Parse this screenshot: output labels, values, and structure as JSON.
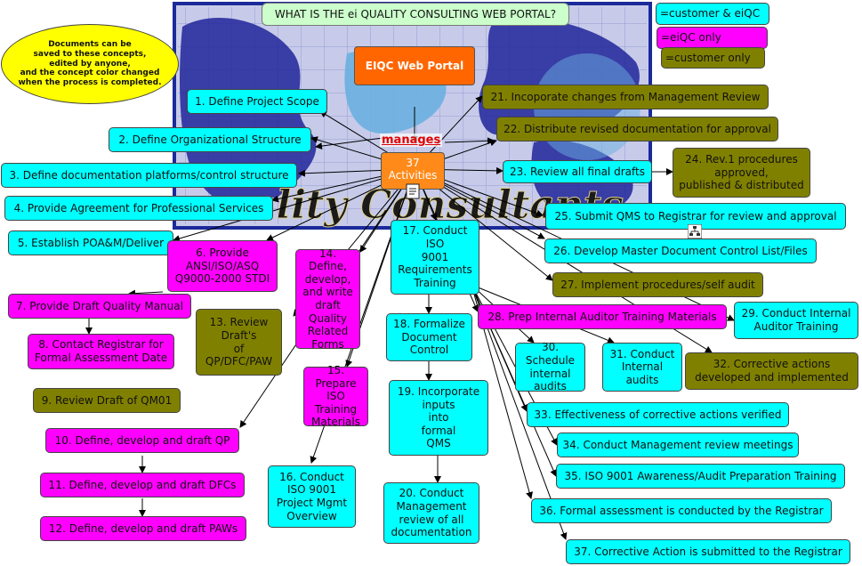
{
  "title": "WHAT IS THE ei QUALITY CONSULTING WEB PORTAL?",
  "note": "Documents can be\nsaved to these concepts,\nedited by anyone,\nand the concept color changed\nwhen the process is completed.",
  "legend": [
    {
      "label": "=customer & eiQC",
      "color": "#00ffff"
    },
    {
      "label": "=eiQC only",
      "color": "#ff00ff"
    },
    {
      "label": "=customer only",
      "color": "#808000"
    }
  ],
  "colors": {
    "cyan": "#00ffff",
    "magenta": "#ff00ff",
    "olive": "#808000",
    "orange": "#ff6600",
    "hub": "#ff8a1a"
  },
  "hub": {
    "portal": "EIQC Web Portal",
    "manages": "manages",
    "activities": "37\nActivities"
  },
  "icons": {
    "document": "document-icon",
    "org": "org-chart-icon"
  },
  "steps": [
    {
      "id": 1,
      "label": "1. Define Project Scope",
      "color": "cyan"
    },
    {
      "id": 2,
      "label": "2. Define Organizational Structure",
      "color": "cyan"
    },
    {
      "id": 3,
      "label": "3. Define documentation platforms/control structure",
      "color": "cyan"
    },
    {
      "id": 4,
      "label": "4. Provide Agreement for Professional Services",
      "color": "cyan"
    },
    {
      "id": 5,
      "label": "5. Establish POA&M/Deliver",
      "color": "cyan"
    },
    {
      "id": 6,
      "label": "6. Provide\nANSI/ISO/ASQ\nQ9000-2000 STDI",
      "color": "magenta"
    },
    {
      "id": 7,
      "label": "7. Provide Draft Quality Manual",
      "color": "magenta"
    },
    {
      "id": 8,
      "label": "8. Contact Registrar for\nFormal Assessment Date",
      "color": "magenta"
    },
    {
      "id": 9,
      "label": "9. Review Draft of QM01",
      "color": "olive"
    },
    {
      "id": 10,
      "label": "10. Define, develop and draft QP",
      "color": "magenta"
    },
    {
      "id": 11,
      "label": "11. Define, develop and draft DFCs",
      "color": "magenta"
    },
    {
      "id": 12,
      "label": "12. Define, develop and draft PAWs",
      "color": "magenta"
    },
    {
      "id": 13,
      "label": "13. Review\nDraft's\nof\nQP/DFC/PAW",
      "color": "olive"
    },
    {
      "id": 14,
      "label": "14. Define,\ndevelop,\nand write\ndraft\nQuality\nRelated\nForms",
      "color": "magenta"
    },
    {
      "id": 15,
      "label": "15. Prepare\nISO\nTraining\nMaterials",
      "color": "magenta"
    },
    {
      "id": 16,
      "label": "16. Conduct\nISO 9001\nProject Mgmt\nOverview",
      "color": "cyan"
    },
    {
      "id": 17,
      "label": "17. Conduct\nISO\n9001\nRequirements\nTraining",
      "color": "cyan"
    },
    {
      "id": 18,
      "label": "18. Formalize\nDocument\nControl",
      "color": "cyan"
    },
    {
      "id": 19,
      "label": "19. Incorporate\ninputs\ninto\nformal\nQMS",
      "color": "cyan"
    },
    {
      "id": 20,
      "label": "20. Conduct\nManagement\nreview of all\ndocumentation",
      "color": "cyan"
    },
    {
      "id": 21,
      "label": "21. Incoporate changes from Management Review",
      "color": "olive"
    },
    {
      "id": 22,
      "label": "22. Distribute revised documentation for approval",
      "color": "olive"
    },
    {
      "id": 23,
      "label": "23. Review all final drafts",
      "color": "cyan"
    },
    {
      "id": 24,
      "label": "24. Rev.1 procedures\napproved,\npublished & distributed",
      "color": "olive"
    },
    {
      "id": 25,
      "label": "25. Submit QMS to Registrar for review and approval",
      "color": "cyan"
    },
    {
      "id": 26,
      "label": "26. Develop Master Document Control List/Files",
      "color": "cyan"
    },
    {
      "id": 27,
      "label": "27. Implement procedures/self audit",
      "color": "olive"
    },
    {
      "id": 28,
      "label": "28. Prep Internal Auditor Training Materials",
      "color": "magenta"
    },
    {
      "id": 29,
      "label": "29. Conduct Internal\nAuditor Training",
      "color": "cyan"
    },
    {
      "id": 30,
      "label": "30. Schedule\ninternal\naudits",
      "color": "cyan"
    },
    {
      "id": 31,
      "label": "31. Conduct\nInternal\naudits",
      "color": "cyan"
    },
    {
      "id": 32,
      "label": "32. Corrective actions\ndeveloped and implemented",
      "color": "olive"
    },
    {
      "id": 33,
      "label": "33. Effectiveness of corrective actions verified",
      "color": "cyan"
    },
    {
      "id": 34,
      "label": "34. Conduct Management review meetings",
      "color": "cyan"
    },
    {
      "id": 35,
      "label": "35. ISO 9001 Awareness/Audit Preparation Training",
      "color": "cyan"
    },
    {
      "id": 36,
      "label": "36. Formal assessment is conducted by the Registrar",
      "color": "cyan"
    },
    {
      "id": 37,
      "label": "37. Corrective Action is submitted to the Registrar",
      "color": "cyan"
    }
  ]
}
